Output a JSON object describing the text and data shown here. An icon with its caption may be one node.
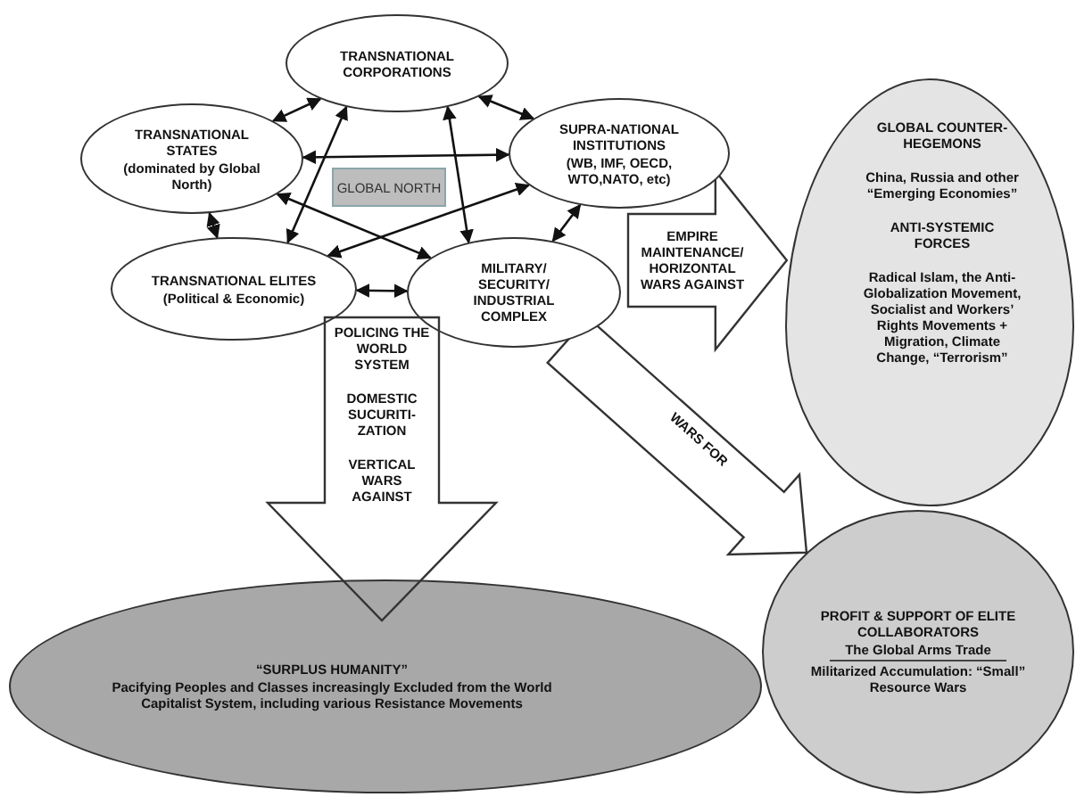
{
  "diagram": {
    "nodes": [
      {
        "text": [
          "TRANSNATIONAL CORPORATIONS"
        ]
      },
      {
        "text": [
          "TRANSNATIONAL STATES",
          "(dominated by Global North)"
        ]
      },
      {
        "text": [
          "SUPRA-NATIONAL INSTITUTIONS",
          "(WB, IMF, OECD, WTO,NATO, etc)"
        ]
      },
      {
        "text": [
          "GLOBAL NORTH"
        ]
      },
      {
        "text": [
          "TRANSNATIONAL ELITES",
          "(Political & Economic)"
        ]
      },
      {
        "text": [
          "MILITARY/ SECURITY/ INDUSTRIAL COMPLEX"
        ]
      },
      {
        "text": [
          "POLICING THE WORLD SYSTEM",
          "DOMESTIC SUCURITI-ZATION",
          "VERTICAL WARS AGAINST"
        ]
      },
      {
        "text": [
          "GLOBAL COUNTER-HEGEMONS",
          "China, Russia and other “Emerging Economies”",
          "ANTI-SYSTEMIC FORCES",
          "Radical Islam, the Anti-Globalization Movement, Socialist and Workers’ Rights Movements + Migration, Climate Change, “Terrorism”"
        ]
      },
      {
        "text": [
          "“SURPLUS HUMANITY”",
          "Pacifying Peoples and Classes increasingly Excluded from the World Capitalist System, including various Resistance Movements"
        ]
      },
      {
        "text": [
          "PROFIT & SUPPORT OF ELITE COLLABORATORS",
          "The Global Arms Trade",
          "Militarized Accumulation: “Small” Resource Wars"
        ]
      }
    ],
    "edges": [
      {
        "from": 1,
        "to": 0,
        "arrow": "both"
      },
      {
        "from": 0,
        "to": 2,
        "arrow": "both"
      },
      {
        "from": 2,
        "to": 5,
        "arrow": "both"
      },
      {
        "from": 5,
        "to": 4,
        "arrow": "both"
      },
      {
        "from": 4,
        "to": 1,
        "arrow": "both"
      },
      {
        "from": 0,
        "to": 4,
        "arrow": "both"
      },
      {
        "from": 0,
        "to": 5,
        "arrow": "both"
      },
      {
        "from": 1,
        "to": 2,
        "arrow": "both"
      },
      {
        "from": 1,
        "to": 5,
        "arrow": "both"
      },
      {
        "from": 2,
        "to": 4,
        "arrow": "both"
      },
      {
        "from": null,
        "to": 7,
        "arrow": "to",
        "style": "thick",
        "label": "EMPIRE MAINTENANCE/ HORIZONTAL WARS AGAINST"
      },
      {
        "from": 5,
        "to": 9,
        "arrow": "to",
        "style": "thick",
        "label": "WARS FOR"
      }
    ]
  }
}
